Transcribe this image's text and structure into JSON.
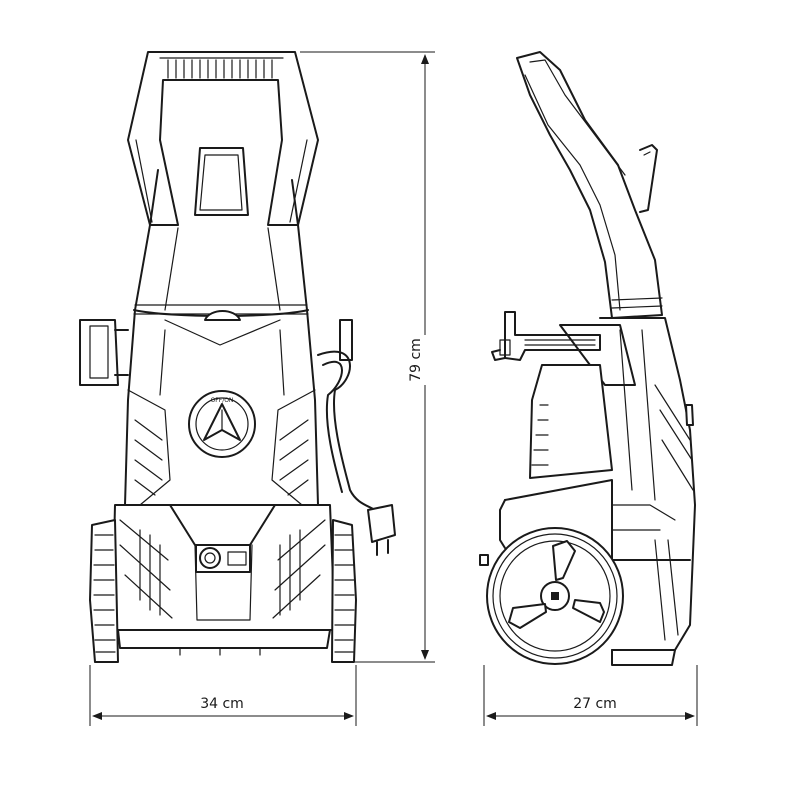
{
  "dimensions": {
    "width_front": "34 cm",
    "height": "79 cm",
    "depth_side": "27 cm"
  },
  "control": {
    "switch_label": "OFF/ON"
  },
  "colors": {
    "line": "#1a1a1a",
    "background": "#ffffff"
  }
}
